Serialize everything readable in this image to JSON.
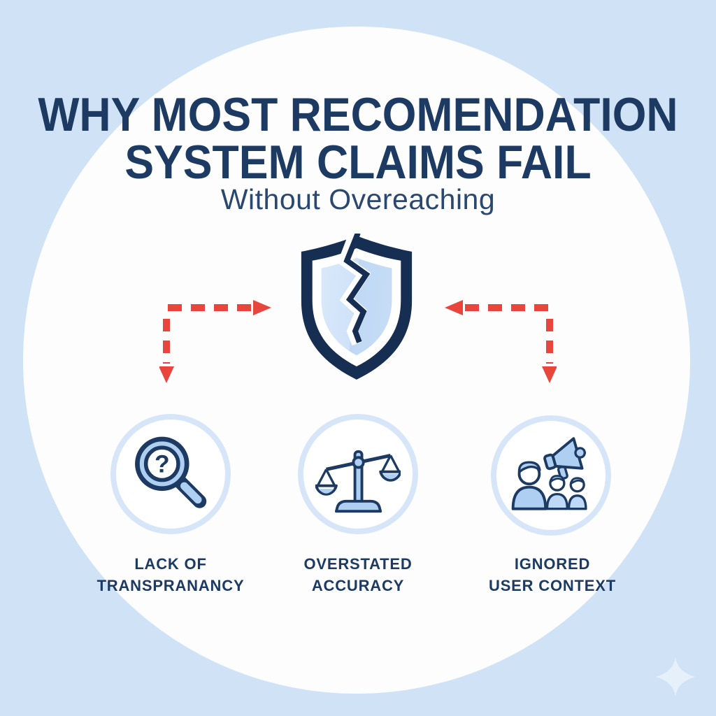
{
  "title": {
    "line1": "WHY MOST RECOMENDATION",
    "line2": "SYSTEM CLAIMS FAIL",
    "subtitle": "Without Overeaching"
  },
  "hero": {
    "icon": "broken-shield-icon"
  },
  "connectors": {
    "left": "dashed-arrow-left",
    "right": "dashed-arrow-right"
  },
  "items": [
    {
      "icon": "magnifier-question-icon",
      "label_line1": "LACK OF",
      "label_line2": "TRANSPRANANCY"
    },
    {
      "icon": "balance-scale-icon",
      "label_line1": "OVERSTATED",
      "label_line2": "ACCURACY"
    },
    {
      "icon": "people-megaphone-icon",
      "label_line1": "IGNORED",
      "label_line2": "USER CONTEXT"
    }
  ],
  "glyphs": {
    "magnifier_question": "?"
  },
  "decor": {
    "sparkle": "sparkle-icon"
  },
  "colors": {
    "background": "#d0e2f5",
    "panel_circle": "#fdfdfe",
    "title_navy": "#1d3a63",
    "icon_navy": "#1d3a63",
    "shield_navy": "#152e52",
    "icon_light_blue": "#aecff2",
    "icon_lighter_blue": "#bed9f6",
    "arrow_red": "#e8463d",
    "ring_blue": "#d6e6f8"
  }
}
